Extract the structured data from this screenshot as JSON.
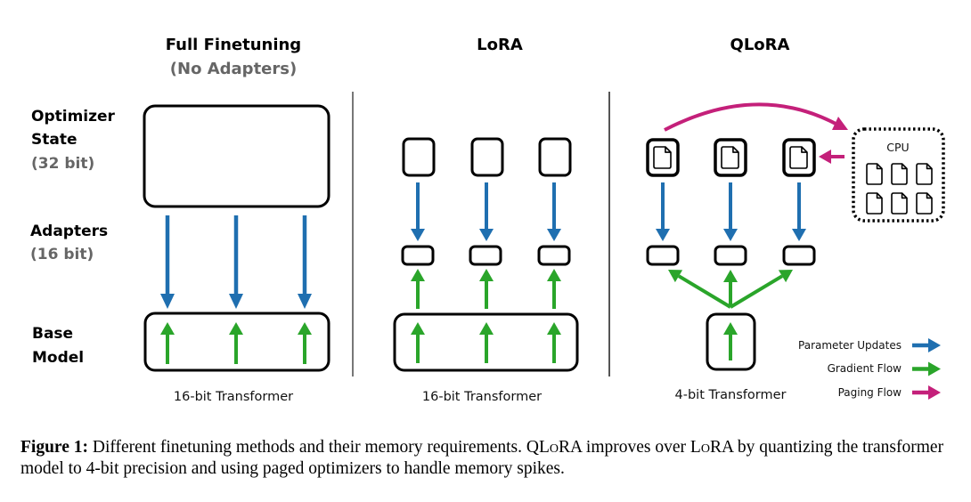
{
  "figure": {
    "columns": [
      {
        "title": "Full Finetuning",
        "subtitle": "(No Adapters)",
        "caption": "16-bit Transformer"
      },
      {
        "title": "LoRA",
        "subtitle": "",
        "caption": "16-bit Transformer"
      },
      {
        "title": "QLoRA",
        "subtitle": "",
        "caption": "4-bit Transformer"
      }
    ],
    "row_labels": {
      "optimizer": {
        "line1": "Optimizer",
        "line2": "State",
        "sub": "(32 bit)"
      },
      "adapters": {
        "line1": "Adapters",
        "sub": "(16 bit)"
      },
      "base": {
        "line1": "Base",
        "line2": "Model"
      }
    },
    "cpu_label": "CPU",
    "legend": [
      {
        "label": "Parameter Updates",
        "color": "#1f6fb0"
      },
      {
        "label": "Gradient Flow",
        "color": "#2aa52a"
      },
      {
        "label": "Paging Flow",
        "color": "#c4207a"
      }
    ],
    "colors": {
      "parameter_updates": "#1f6fb0",
      "gradient_flow": "#2aa52a",
      "paging_flow": "#c4207a",
      "divider": "#777777",
      "subtitle_gray": "#666666"
    }
  },
  "caption": {
    "label": "Figure 1:",
    "text_part1": " Different finetuning methods and their memory requirements. ",
    "qlora_q": "QL",
    "qlora_o": "o",
    "qlora_ra": "RA",
    "text_part2": " improves over ",
    "lora_l": "L",
    "lora_o": "o",
    "lora_ra": "RA",
    "text_part3": " by quantizing the transformer model to 4-bit precision and using paged optimizers to handle memory spikes."
  }
}
